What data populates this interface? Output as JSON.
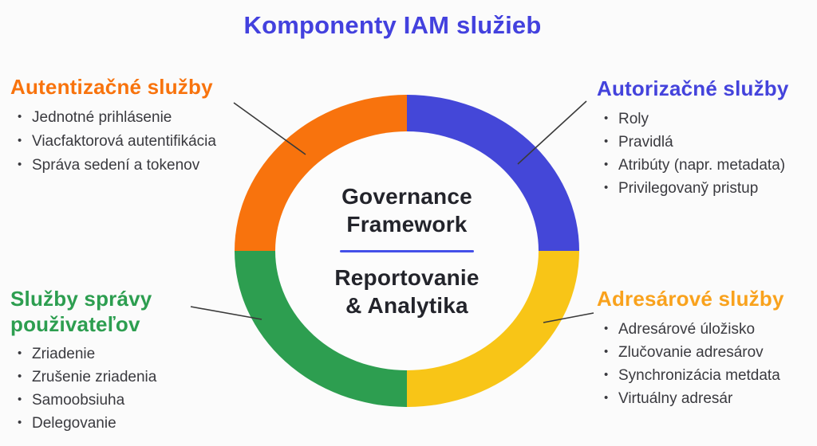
{
  "title": "Komponenty IAM služieb",
  "donut": {
    "type": "donut",
    "equal_quadrants": true,
    "segments": [
      {
        "position": "top-left",
        "label": "Autentizačné služby",
        "color": "#F8730D",
        "fraction": 0.25
      },
      {
        "position": "top-right",
        "label": "Autorizačné služby",
        "color": "#4447D8",
        "fraction": 0.25
      },
      {
        "position": "bottom-left",
        "label": "Služby správy použivateľov",
        "color": "#2D9E50",
        "fraction": 0.25
      },
      {
        "position": "bottom-right",
        "label": "Adresárové služby",
        "color": "#F8C517",
        "fraction": 0.25
      }
    ],
    "center_top": "Governance\nFramework",
    "center_bottom": "Reportovanie\n& Analytika"
  },
  "sections": [
    {
      "id": "autentizacne-sluzby",
      "heading": "Autentizačné služby",
      "color": "#F8730D",
      "items": [
        "Jednotné prihlásenie",
        "Viacfaktorová autentifikácia",
        "Správa sedení a tokenov"
      ]
    },
    {
      "id": "autorizacne-sluzby",
      "heading": "Autorizačné služby",
      "color": "#4443DC",
      "items": [
        "Roly",
        "Pravidlá",
        "Atribúty (napr. metadata)",
        "Privilegovany̆ pristup"
      ]
    },
    {
      "id": "sluzby-spravy-pouzivatelov",
      "heading": "Služby správy\npouživateľov",
      "color": "#2D9E50",
      "items": [
        "Zriadenie",
        "Zrušenie zriadenia",
        "Samoobsiuha",
        "Delegovanie"
      ]
    },
    {
      "id": "adresarove-sluzby",
      "heading": "Adresárové služby",
      "color": "#F9A21D",
      "items": [
        "Adresárové úložisko",
        "Zlučovanie adresárov",
        "Synchronizácia metdata",
        "Virtuálny adresár"
      ]
    }
  ],
  "colors": {
    "background": "#FBFBFB",
    "title": "#4341DE",
    "center_text": "#23242B",
    "center_divider": "#4450E8",
    "body_text": "#3A3A3F",
    "connector_line": "#3A3A3A",
    "arc_orange": "#F8730D",
    "arc_blue": "#4447D8",
    "arc_green": "#2D9E50",
    "arc_yellow": "#F8C517"
  }
}
